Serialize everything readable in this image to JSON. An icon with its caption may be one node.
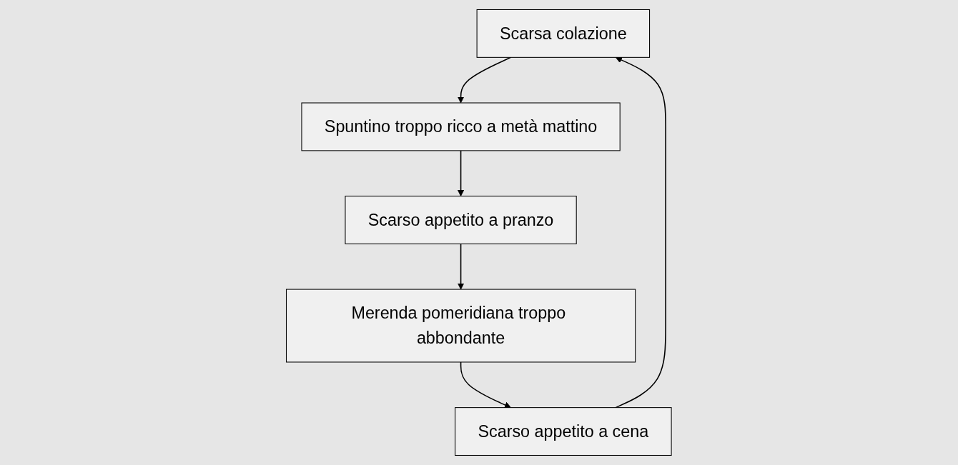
{
  "diagram": {
    "nodes": [
      {
        "text": [
          "Scarsa colazione"
        ]
      },
      {
        "text": [
          "Spuntino troppo ricco a metà mattino"
        ]
      },
      {
        "text": [
          "Scarso appetito a pranzo"
        ]
      },
      {
        "text": [
          "Merenda pomeridiana troppo abbondante"
        ]
      },
      {
        "text": [
          "Scarso appetito a cena"
        ]
      }
    ],
    "edges": [
      {
        "from": 0,
        "to": 1,
        "arrow": "to"
      },
      {
        "from": 1,
        "to": 2,
        "arrow": "to"
      },
      {
        "from": 2,
        "to": 3,
        "arrow": "to"
      },
      {
        "from": 3,
        "to": 4,
        "arrow": "to"
      },
      {
        "from": 4,
        "to": 0,
        "arrow": "to"
      }
    ]
  }
}
